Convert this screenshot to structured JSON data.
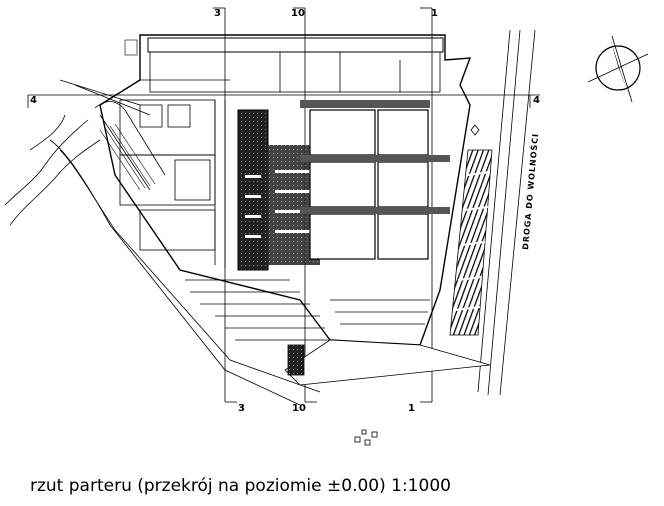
{
  "drawing": {
    "axis_top": [
      "3",
      "10",
      "1"
    ],
    "axis_bottom": [
      "3",
      "10",
      "1"
    ],
    "axis_side": [
      "4",
      "4"
    ],
    "road_label": "DROGA DO WOLNOŚCI",
    "north_arrow": "north-arrow-icon"
  },
  "caption": "rzut  parteru (przekrój na poziomie ±0.00)  1:1000"
}
